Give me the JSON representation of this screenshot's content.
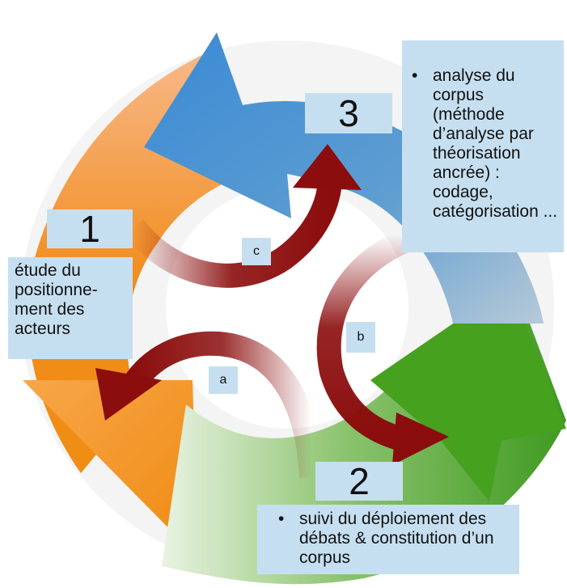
{
  "colors": {
    "orange": "#f28c1c",
    "blue": "#3d8fd6",
    "green": "#4aa32c",
    "dark_red_arrow": "#8b0d0d",
    "label_box": "#c6dff0"
  },
  "steps": [
    {
      "number": "1",
      "description": "étude du positionne-ment des acteurs"
    },
    {
      "number": "2",
      "bullet": "suivi du déploiement des débats & constitution d’un corpus"
    },
    {
      "number": "3",
      "bullet": "analyse du corpus (méthode d’analyse par théorisation ancrée) : codage, catégorisation ..."
    }
  ],
  "transitions": [
    {
      "label": "a"
    },
    {
      "label": "b"
    },
    {
      "label": "c"
    }
  ]
}
